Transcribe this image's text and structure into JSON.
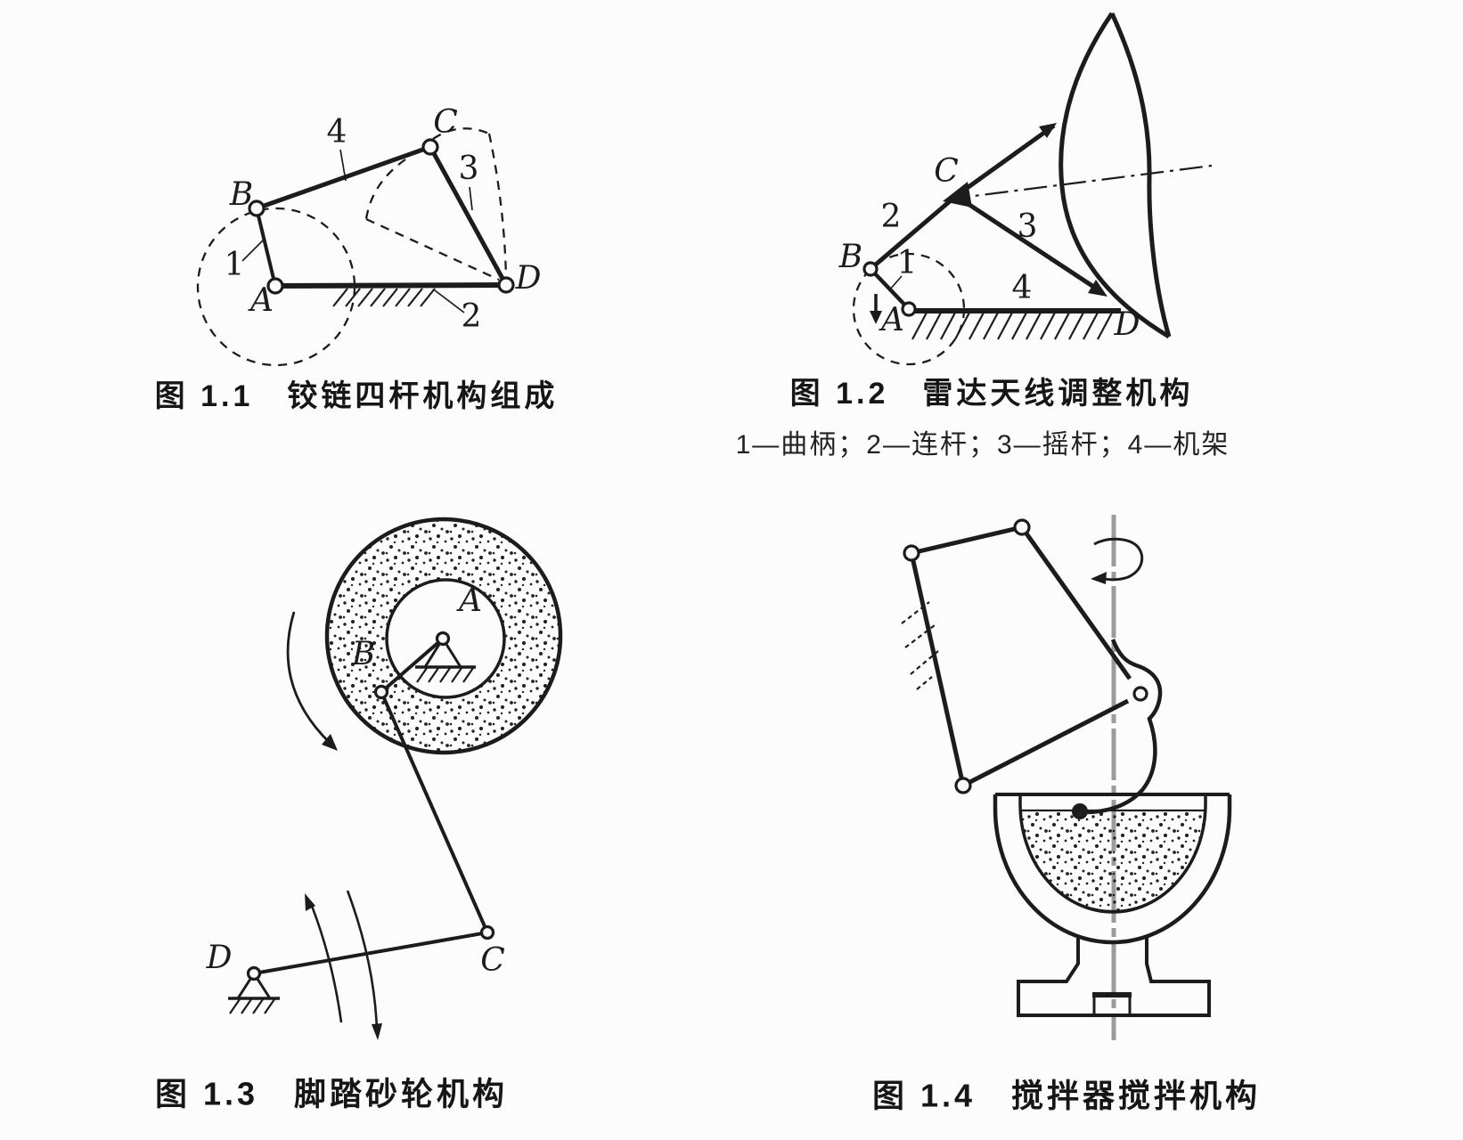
{
  "page": {
    "background": "#fcfcfc",
    "ink_color": "#1c1c1c",
    "axis_gray_color": "#9b9b9b"
  },
  "fig1": {
    "caption": "图 1.1　铰链四杆机构组成",
    "labels": {
      "A": "A",
      "B": "B",
      "C": "C",
      "D": "D",
      "n1": "1",
      "n2": "2",
      "n3": "3",
      "n4": "4"
    }
  },
  "fig2": {
    "caption": "图 1.2　雷达天线调整机构",
    "legend": "1—曲柄；2—连杆；3—摇杆；4—机架",
    "labels": {
      "A": "A",
      "B": "B",
      "C": "C",
      "D": "D",
      "n1": "1",
      "n2": "2",
      "n3": "3",
      "n4": "4"
    }
  },
  "fig3": {
    "caption": "图 1.3　脚踏砂轮机构",
    "labels": {
      "A": "A",
      "B": "B",
      "C": "C",
      "D": "D"
    }
  },
  "fig4": {
    "caption": "图 1.4　搅拌器搅拌机构"
  }
}
